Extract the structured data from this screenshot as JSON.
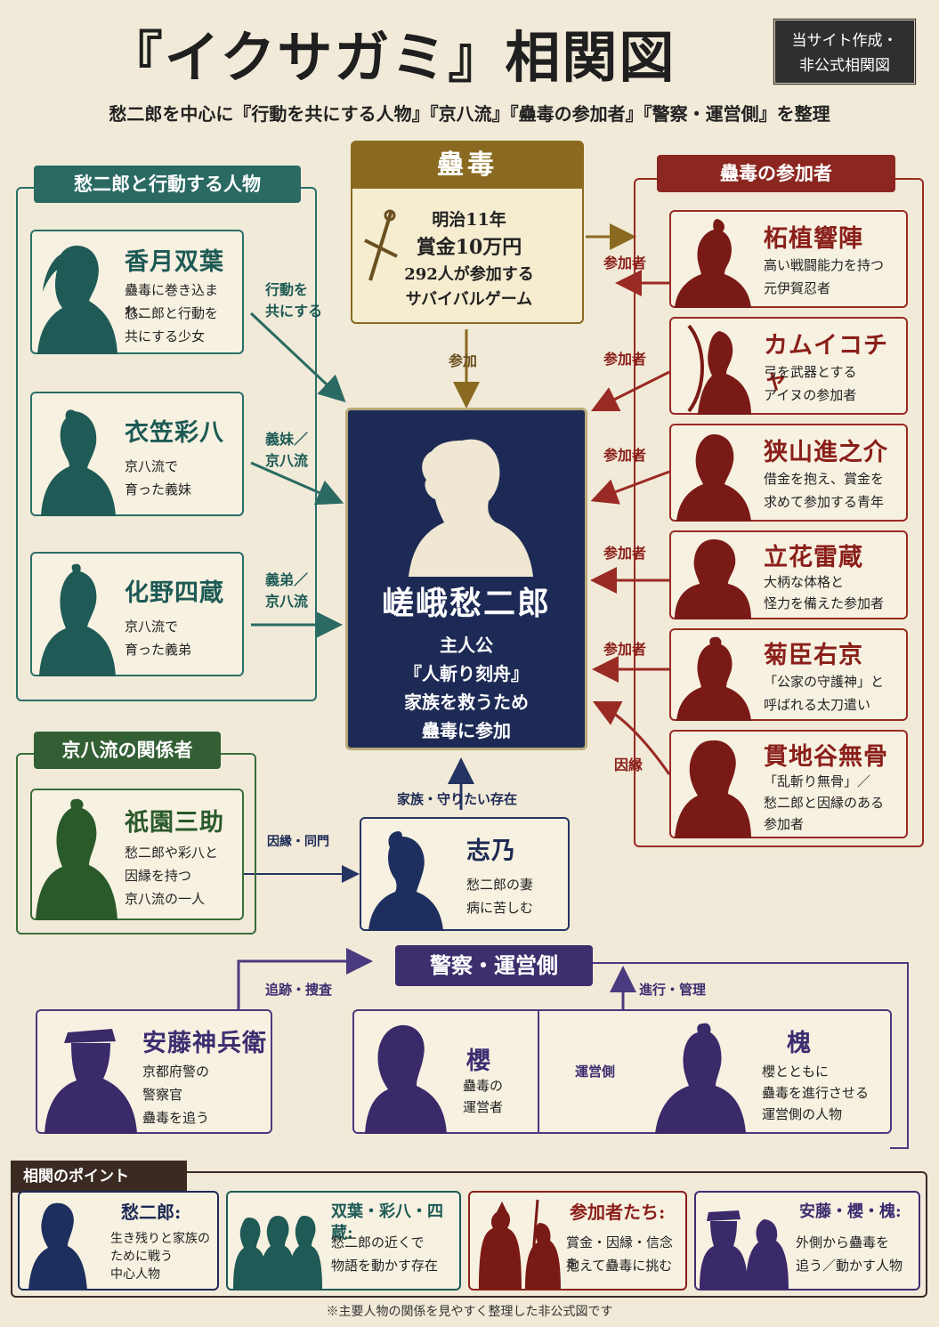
{
  "header": {
    "title": "『イクサガミ』相関図",
    "badge_line1": "当サイト作成・",
    "badge_line2": "非公式相関図",
    "subtitle": "愁二郎を中心に『行動を共にする人物』『京八流』『蠱毒の参加者』『警察・運営側』を整理"
  },
  "game": {
    "title": "蠱毒",
    "line1": "明治11年",
    "line2": "賞金10万円",
    "line3": "292人が参加する",
    "line4": "サバイバルゲーム",
    "edge_to_main": "参加"
  },
  "companions": {
    "label": "愁二郎と行動する人物",
    "members": [
      {
        "name": "香月双葉",
        "desc1": "蠱毒に巻き込まれ、",
        "desc2": "愁二郎と行動を",
        "desc3": "共にする少女",
        "edge1": "行動を",
        "edge2": "共にする"
      },
      {
        "name": "衣笠彩八",
        "desc1": "京八流で",
        "desc2": "育った義妹",
        "desc3": "",
        "edge1": "義妹／",
        "edge2": "京八流"
      },
      {
        "name": "化野四蔵",
        "desc1": "京八流で",
        "desc2": "育った義弟",
        "desc3": "",
        "edge1": "義弟／",
        "edge2": "京八流"
      }
    ]
  },
  "protagonist": {
    "name": "嵯峨愁二郎",
    "line1": "主人公",
    "line2": "『人斬り刻舟』",
    "line3": "家族を救うため",
    "line4": "蠱毒に参加"
  },
  "participants": {
    "label": "蠱毒の参加者",
    "members": [
      {
        "name": "柘植響陣",
        "desc1": "高い戦闘能力を持つ",
        "desc2": "元伊賀忍者",
        "desc3": "",
        "edge": "参加者"
      },
      {
        "name": "カムイコチャ",
        "desc1": "弓を武器とする",
        "desc2": "アイヌの参加者",
        "desc3": "",
        "edge": "参加者"
      },
      {
        "name": "狭山進之介",
        "desc1": "借金を抱え、賞金を",
        "desc2": "求めて参加する青年",
        "desc3": "",
        "edge": "参加者"
      },
      {
        "name": "立花雷蔵",
        "desc1": "大柄な体格と",
        "desc2": "怪力を備えた参加者",
        "desc3": "",
        "edge": "参加者"
      },
      {
        "name": "菊臣右京",
        "desc1": "「公家の守護神」と",
        "desc2": "呼ばれる太刀遣い",
        "desc3": "",
        "edge": "参加者"
      },
      {
        "name": "貫地谷無骨",
        "desc1": "「乱斬り無骨」／",
        "desc2": "愁二郎と因縁のある",
        "desc3": "参加者",
        "edge": "因縁"
      }
    ]
  },
  "kyohachi": {
    "label": "京八流の関係者",
    "name": "祇園三助",
    "desc1": "愁二郎や彩八と",
    "desc2": "因縁を持つ",
    "desc3": "京八流の一人",
    "edge": "因縁・同門"
  },
  "wife": {
    "name": "志乃",
    "desc1": "愁二郎の妻",
    "desc2": "病に苦しむ",
    "edge": "家族・守りたい存在"
  },
  "police": {
    "label": "警察・運営側",
    "edge_left": "追跡・捜査",
    "edge_right": "進行・管理",
    "ando": {
      "name": "安藤神兵衛",
      "desc1": "京都府警の",
      "desc2": "警察官",
      "desc3": "蠱毒を追う"
    },
    "sakura": {
      "name": "櫻",
      "desc1": "蠱毒の",
      "desc2": "運営者"
    },
    "mid_label": "運営側",
    "enju": {
      "name": "槐",
      "desc1": "櫻とともに",
      "desc2": "蠱毒を進行させる",
      "desc3": "運営側の人物"
    }
  },
  "points": {
    "label": "相関のポイント",
    "items": [
      {
        "title": "愁二郎:",
        "desc1": "生き残りと家族の",
        "desc2": "ために戦う",
        "desc3": "中心人物"
      },
      {
        "title": "双葉・彩八・四蔵:",
        "desc1": "愁二郎の近くで",
        "desc2": "物語を動かす存在",
        "desc3": ""
      },
      {
        "title": "参加者たち:",
        "desc1": "賞金・因縁・信念を",
        "desc2": "抱えて蠱毒に挑む",
        "desc3": ""
      },
      {
        "title": "安藤・櫻・槐:",
        "desc1": "外側から蠱毒を",
        "desc2": "追う／動かす人物",
        "desc3": ""
      }
    ]
  },
  "footer": "※主要人物の関係を見やすく整理した非公式図です",
  "colors": {
    "teal": "#2a6a63",
    "green": "#335f34",
    "red": "#8c2620",
    "navy": "#1d2a55",
    "purple": "#3d2f6e",
    "gold": "#8a6a20",
    "paper": "#f1ead8"
  }
}
